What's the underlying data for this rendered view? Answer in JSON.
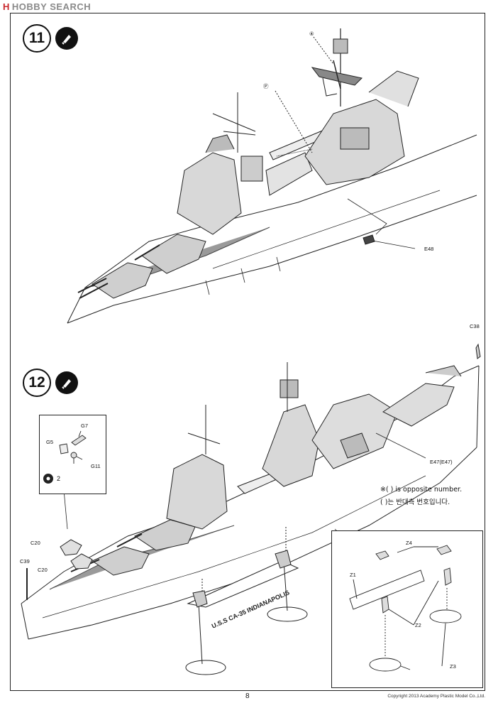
{
  "watermark": {
    "brand": "HOBBY SEARCH",
    "logo_letter": "H"
  },
  "steps": [
    {
      "number": "11",
      "icon": "glue-icon"
    },
    {
      "number": "12",
      "icon": "glue-icon"
    }
  ],
  "callouts_step11": {
    "a": "④",
    "b": "Ⓟ"
  },
  "parts_step11": {
    "e48": "E48"
  },
  "parts_step12": {
    "c38": "C38",
    "e47": "E47(E47)",
    "c39": "C39",
    "c20a": "C20",
    "c20b": "C20"
  },
  "detail_inset": {
    "g7": "G7",
    "g5": "G5",
    "g11": "G11",
    "qty": "2"
  },
  "stand_inset": {
    "z1": "Z1",
    "z2": "Z2",
    "z3": "Z3",
    "z4": "Z4",
    "plate_text": "U.S.S CA-35 INDIANAPOLIS"
  },
  "notes": {
    "opposite_en": "※( ) is opposite number.",
    "opposite_ko": "( )는 반대측 번호입니다."
  },
  "footer": {
    "page_number": "8",
    "copyright": "Copyright 2013 Academy Plastic Model Co.,Ltd."
  }
}
